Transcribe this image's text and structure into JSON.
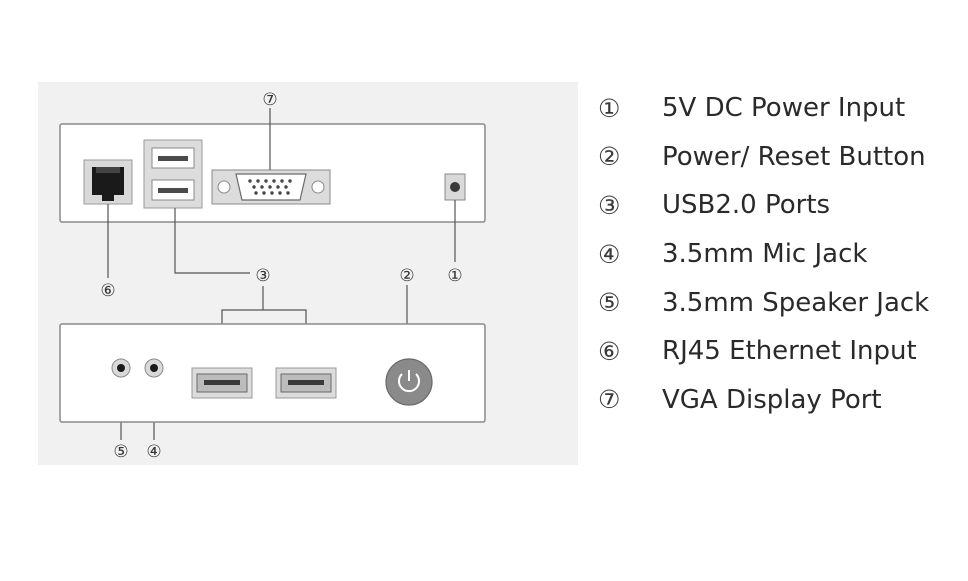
{
  "diagram": {
    "rear_callouts": [
      "⑦",
      "⑥",
      "③",
      "②",
      "①"
    ],
    "front_callouts": [
      "⑤",
      "④"
    ]
  },
  "legend": {
    "items": [
      {
        "num": "①",
        "label": "5V DC Power Input"
      },
      {
        "num": "②",
        "label": "Power/ Reset Button"
      },
      {
        "num": "③",
        "label": "USB2.0 Ports"
      },
      {
        "num": "④",
        "label": "3.5mm Mic Jack"
      },
      {
        "num": "⑤",
        "label": "3.5mm Speaker Jack"
      },
      {
        "num": "⑥",
        "label": "RJ45 Ethernet Input"
      },
      {
        "num": "⑦",
        "label": "VGA Display Port"
      }
    ]
  }
}
